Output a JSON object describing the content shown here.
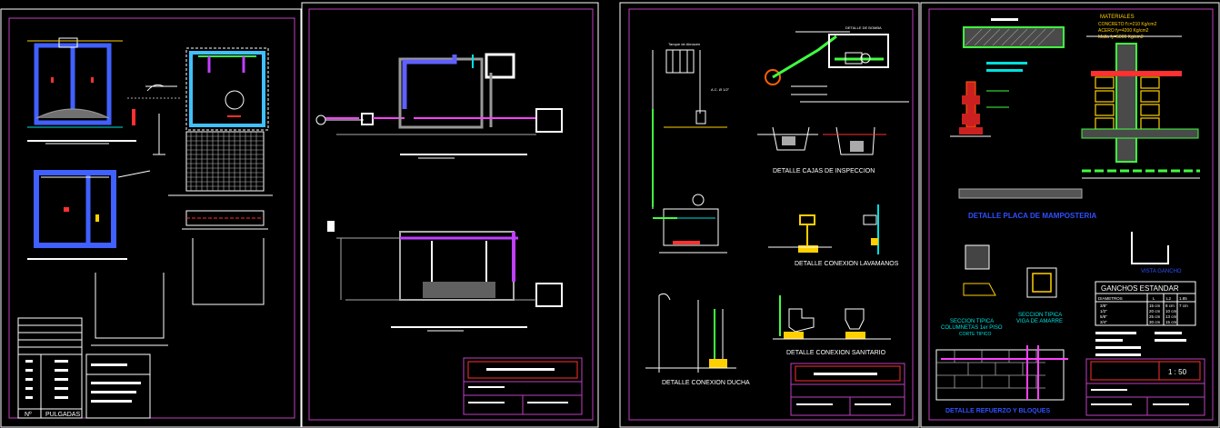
{
  "sheet1": {
    "legend": {
      "col_no": "Nº",
      "col_pulgadas": "PULGADAS"
    }
  },
  "sheet3": {
    "caption_cajas": "DETALLE CAJAS DE INSPECCION",
    "caption_lavamanos": "DETALLE CONEXION LAVAMANOS",
    "caption_sanitario": "DETALLE CONEXION SANITARIO",
    "caption_ducha": "DETALLE CONEXION DUCHA",
    "label_tanque": "Tanque de Almacen",
    "label_bomba": "DETALLE DE BOMBA",
    "label_pvc": "A.C. Ø 1/2\""
  },
  "sheet4": {
    "materiales_title": "MATERIALES",
    "materiales_lines": [
      "CONCRETO f'c=210 Kg/cm2",
      "ACERO fy=4200 Kg/cm2",
      "Malla  fy=5000 Kg/cm2"
    ],
    "detalle_viga": "DETALLE PLACA DE MAMPOSTERIA",
    "seccion_columna_1": "SECCION TIPICA",
    "seccion_columna_2": "COLUMNETAS 1er PISO",
    "seccion_columna_3": "CORTE TIPICO",
    "seccion_viga_1": "SECCION TIPICA",
    "seccion_viga_2": "VIGA DE AMARRE",
    "vista_gancho": "VISTA GANCHO",
    "ganchos_title": "GANCHOS ESTANDAR",
    "ganchos_headers": [
      "DIAMETROS",
      "L",
      "L2",
      "1.85"
    ],
    "ganchos_rows": [
      [
        "3/8\"",
        "15 cm",
        "8 cm",
        "7 cm"
      ],
      [
        "1/2\"",
        "20 cm",
        "10 cm",
        ""
      ],
      [
        "5/8\"",
        "25 cm",
        "13 cm",
        ""
      ],
      [
        "3/4\"",
        "30 cm",
        "15 cm",
        ""
      ]
    ],
    "scale": "1 : 50",
    "detalle_muro": "DETALLE REFUERZO Y BLOQUES"
  }
}
